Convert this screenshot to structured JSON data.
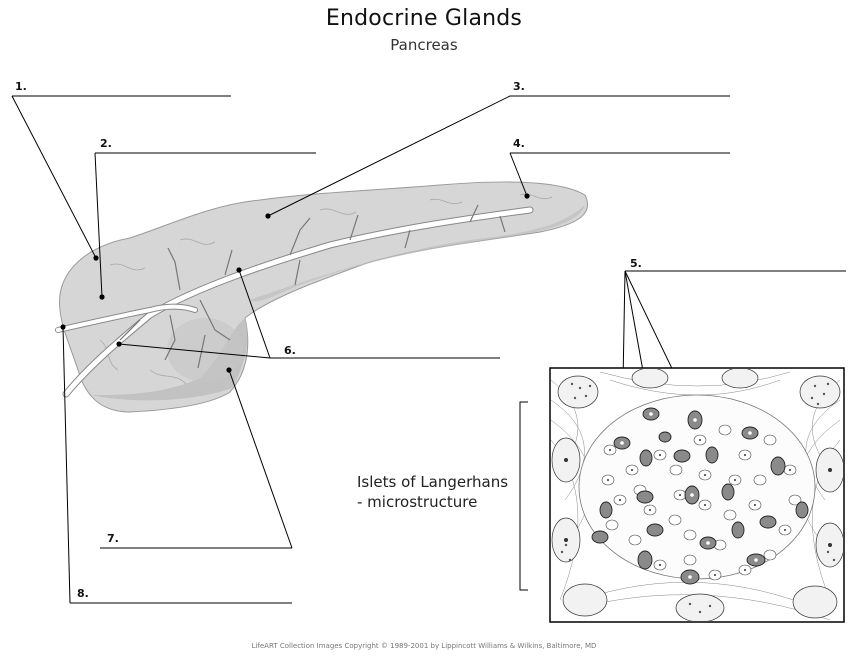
{
  "title": "Endocrine Glands",
  "subtitle": "Pancreas",
  "labels": [
    "1.",
    "2.",
    "3.",
    "4.",
    "5.",
    "6.",
    "7.",
    "8."
  ],
  "islet_caption": {
    "line1": "Islets of Langerhans",
    "line2": "- microstructure"
  },
  "footer": "LifeART Collection Images Copyright © 1989-2001 by Lippincott Williams & Wilkins, Baltimore, MD",
  "colors": {
    "gland_fill": "#d6d6d6",
    "gland_shadow": "#bcbcbc",
    "duct": "#ffffff",
    "outline": "#000000",
    "islet_cell_dark": "#8a8a8a"
  }
}
